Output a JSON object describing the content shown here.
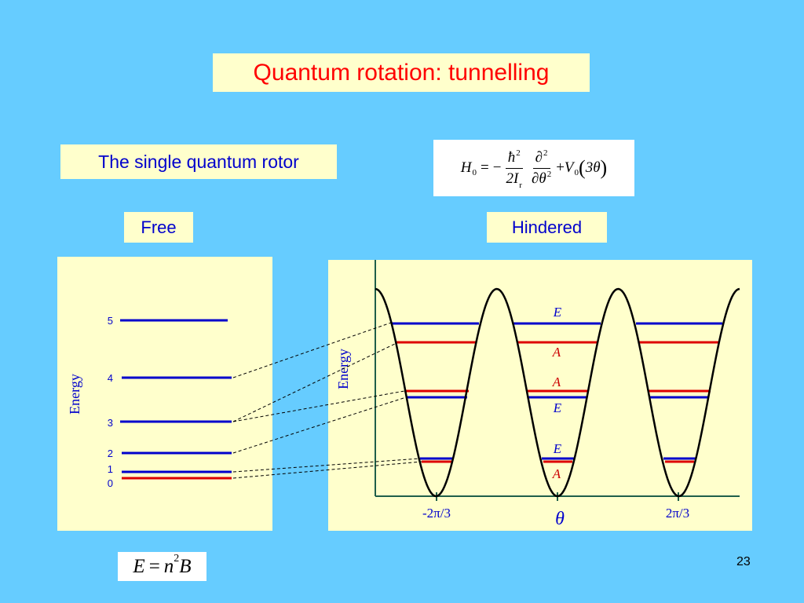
{
  "slide": {
    "title": "Quantum rotation: tunnelling",
    "subtitle": "The single quantum rotor",
    "free_label": "Free",
    "hindered_label": "Hindered",
    "page_number": "23"
  },
  "hamiltonian": {
    "H": "H",
    "H_sub": "0",
    "eq": "=",
    "minus": "−",
    "hbar": "ħ",
    "hbar_sup": "2",
    "den1": "2I",
    "den1_sub": "r",
    "partial": "∂",
    "partial_sup": "2",
    "den2": "∂θ",
    "den2_sup": "2",
    "plus": "+",
    "V": "V",
    "V_sub": "0",
    "open": "(",
    "arg": "3θ",
    "close": ")"
  },
  "free_rotor": {
    "axis_label": "Energy",
    "levels": [
      "5",
      "4",
      "3",
      "2",
      "1",
      "0"
    ],
    "formula": {
      "E": "E",
      "eq": "=",
      "n": "n",
      "n_sup": "2",
      "B": "B"
    }
  },
  "hindered_rotor": {
    "axis_label": "Energy",
    "level_labels": [
      "E",
      "A",
      "A",
      "E",
      "E",
      "A"
    ],
    "x_ticks": [
      "-2π/3",
      "θ",
      "2π/3"
    ]
  },
  "colors": {
    "background": "#66CCFF",
    "box": "#FFFFCC",
    "title": "#FF0000",
    "text": "#0000CC",
    "level_blue": "#0000CC",
    "level_red": "#DD0000"
  }
}
